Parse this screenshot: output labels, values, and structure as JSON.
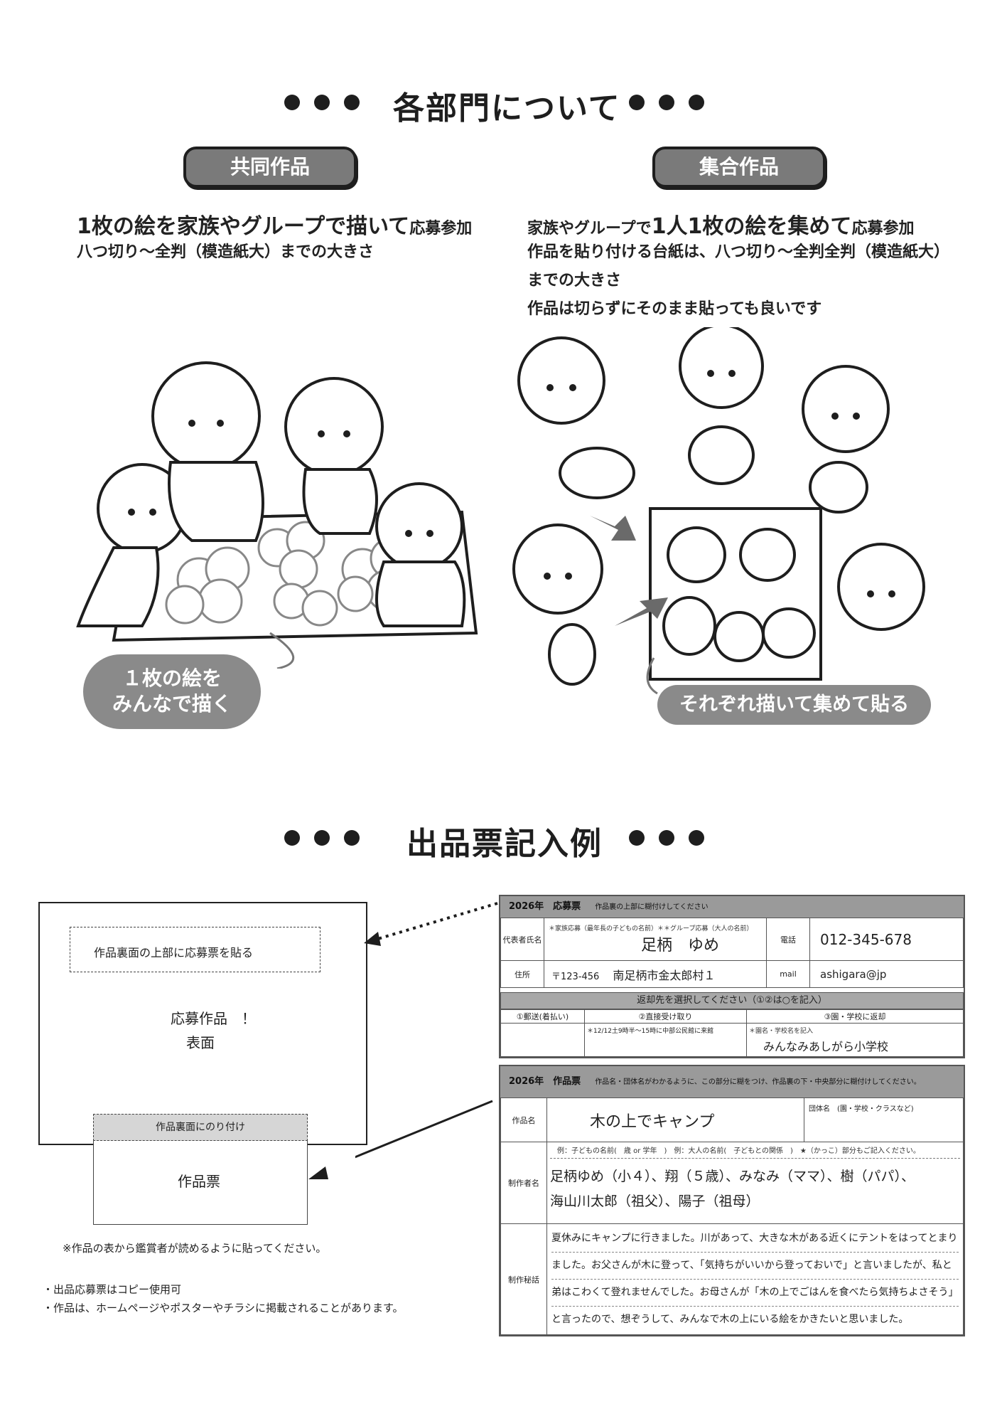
{
  "section1": {
    "title": "各部門について"
  },
  "joint": {
    "badge": "共同作品",
    "lead_big": "1枚の絵を家族やグループで描いて",
    "lead_small": "応募参加",
    "size": "八つ切り〜全判（模造紙大）までの大きさ",
    "bubble_line1": "１枚の絵を",
    "bubble_line2": "みんなで描く"
  },
  "collective": {
    "badge": "集合作品",
    "lead_pre": "家族やグループで",
    "lead_big": "1人1枚の絵を集めて",
    "lead_small": "応募参加",
    "line2": "作品を貼り付ける台紙は、八つ切り〜全判全判（模造紙大）",
    "line3": "までの大きさ",
    "line4": "作品は切らずにそのまま貼っても良いです",
    "bubble": "それぞれ描いて集めて貼る"
  },
  "section2": {
    "title": "出品票記入例"
  },
  "diagram": {
    "paste_label": "作品裏面の上部に応募票を貼る",
    "front_line1": "応募作品　！",
    "front_line2": "表面",
    "glue_label": "作品裏面にのり付け",
    "ticket_label": "作品票",
    "caution": "※作品の表から鑑賞者が読めるように貼ってください。",
    "notes": [
      "・出品応募票はコピー使用可",
      "・作品は、ホームページやポスターやチラシに掲載されることがあります。"
    ]
  },
  "entry_form": {
    "header": "2026年　応募票",
    "header_note": "作品裏の上部に糊付けしてください",
    "rep_label": "代表者氏名",
    "rep_note": "＊家族応募（最年長の子どもの名前）＊＊グループ応募（大人の名前）",
    "rep_name": "足柄　ゆめ",
    "tel_label": "電話",
    "tel": "012-345-678",
    "addr_label": "住所",
    "postal": "〒123-456",
    "address": "南足柄市金太郎村１",
    "mail_label": "mail",
    "mail": "ashigara@jp",
    "return_title": "返却先を選択してください（①②は○を記入）",
    "opt1": "①郵送(着払い)",
    "opt2": "②直接受け取り",
    "opt3": "③園・学校に返却",
    "opt2_note": "＊12/12土9時半〜15時に中部公民館に来館",
    "opt3_note": "＊園名・学校名を記入",
    "school": "みんなみあしがら小学校"
  },
  "work_form": {
    "header": "2026年　作品票",
    "header_note": "作品名・団体名がわかるように、この部分に糊をつけ、作品裏の下・中央部分に糊付けしてください。",
    "title_label": "作品名",
    "title": "木の上でキャンプ",
    "group_label": "団体名　(園・学校・クラスなど)",
    "creator_label": "制作者名",
    "creator_note": "例：子どもの名前(　歳 or 学年　)　例：大人の名前(　子どもとの関係　)　★（かっこ）部分もご記入ください。",
    "creators_line1": "足柄ゆめ（小４）、翔（５歳）、みなみ（ママ）、樹（パパ）、",
    "creators_line2": "海山川太郎（祖父）、陽子（祖母）",
    "story_label": "制作秘話",
    "story": [
      "夏休みにキャンプに行きました。川があって、大きな木がある近くにテントをはってとまり",
      "ました。お父さんが木に登って、「気持ちがいいから登っておいで」と言いましたが、私と",
      "弟はこわくて登れませんでした。お母さんが「木の上でごはんを食べたら気持ちよさそう」",
      "と言ったので、想ぞうして、みんなで木の上にいる絵をかきたいと思いました。"
    ]
  }
}
